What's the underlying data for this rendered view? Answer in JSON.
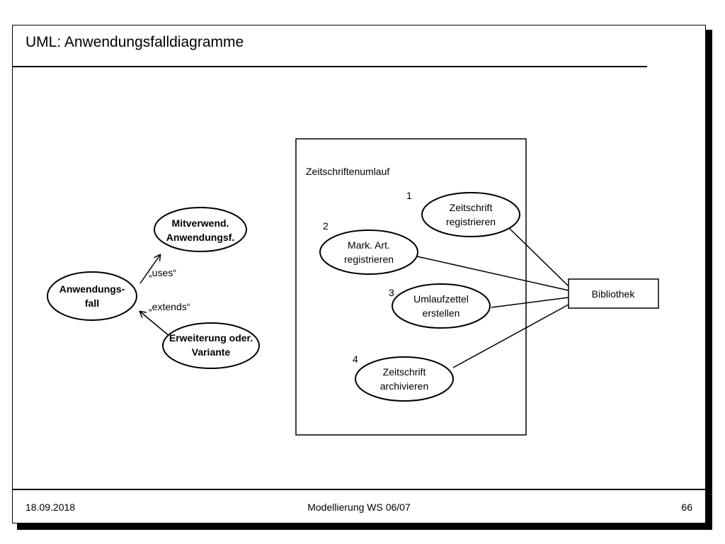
{
  "slide": {
    "title": "UML: Anwendungsfalldiagramme"
  },
  "legend": {
    "base_case": [
      "Anwendungs-",
      "fall"
    ],
    "uses_case": [
      "Mitverwend.",
      "Anwendungsf."
    ],
    "extends_case": [
      "Erweiterung oder.",
      "Variante"
    ],
    "uses_label": "„uses“",
    "extends_label": "„extends“"
  },
  "system": {
    "name": "Zeitschriftenumlauf",
    "use_cases": [
      {
        "number": "1",
        "lines": [
          "Zeitschrift",
          "registrieren"
        ]
      },
      {
        "number": "2",
        "lines": [
          "Mark. Art.",
          "registrieren"
        ]
      },
      {
        "number": "3",
        "lines": [
          "Umlaufzettel",
          "erstellen"
        ]
      },
      {
        "number": "4",
        "lines": [
          "Zeitschrift",
          "archivieren"
        ]
      }
    ]
  },
  "actor": {
    "name": "Bibliothek"
  },
  "footer": {
    "date": "18.09.2018",
    "course": "Modellierung WS 06/07",
    "page": "66"
  }
}
